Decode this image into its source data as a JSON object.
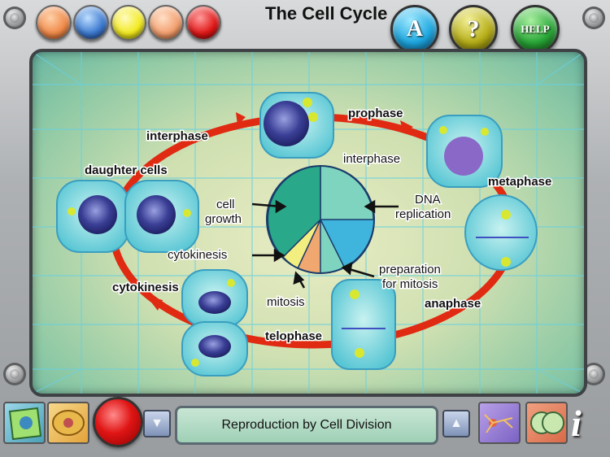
{
  "window": {
    "title": "The Cell Cycle"
  },
  "top_buttons": {
    "color_dots": [
      {
        "name": "orange-dot-button",
        "color": "#f08a4a"
      },
      {
        "name": "blue-dot-button",
        "color": "#3d7ad0"
      },
      {
        "name": "yellow-dot-button",
        "color": "#f2ea20"
      },
      {
        "name": "peach-dot-button",
        "color": "#f3a070"
      },
      {
        "name": "red-dot-button",
        "color": "#e01818"
      }
    ],
    "answer_label": "A",
    "question_label": "?",
    "help_label": "HELP"
  },
  "diagram": {
    "cycle_labels": {
      "interphase_outer": "interphase",
      "prophase": "prophase",
      "metaphase": "metaphase",
      "anaphase": "anaphase",
      "telophase": "telophase",
      "cytokinesis_outer": "cytokinesis",
      "daughter_cells": "daughter cells"
    },
    "pie_labels": {
      "interphase": "interphase",
      "cell_growth_1": "cell",
      "cell_growth_2": "growth",
      "dna_1": "DNA",
      "dna_2": "replication",
      "cytokinesis": "cytokinesis",
      "mitosis": "mitosis",
      "prep_1": "preparation",
      "prep_2": "for mitosis"
    },
    "pie_colors": {
      "cell_growth": "#2aa88a",
      "dna_replication": "#7fd4c0",
      "preparation": "#3fb4dc",
      "mitosis": "#f0a870",
      "cytokinesis": "#f2ee80"
    }
  },
  "bottom_bar": {
    "caption": "Reproduction by Cell Division",
    "prev_symbol": "▼",
    "next_symbol": "▲",
    "info_symbol": "i"
  }
}
